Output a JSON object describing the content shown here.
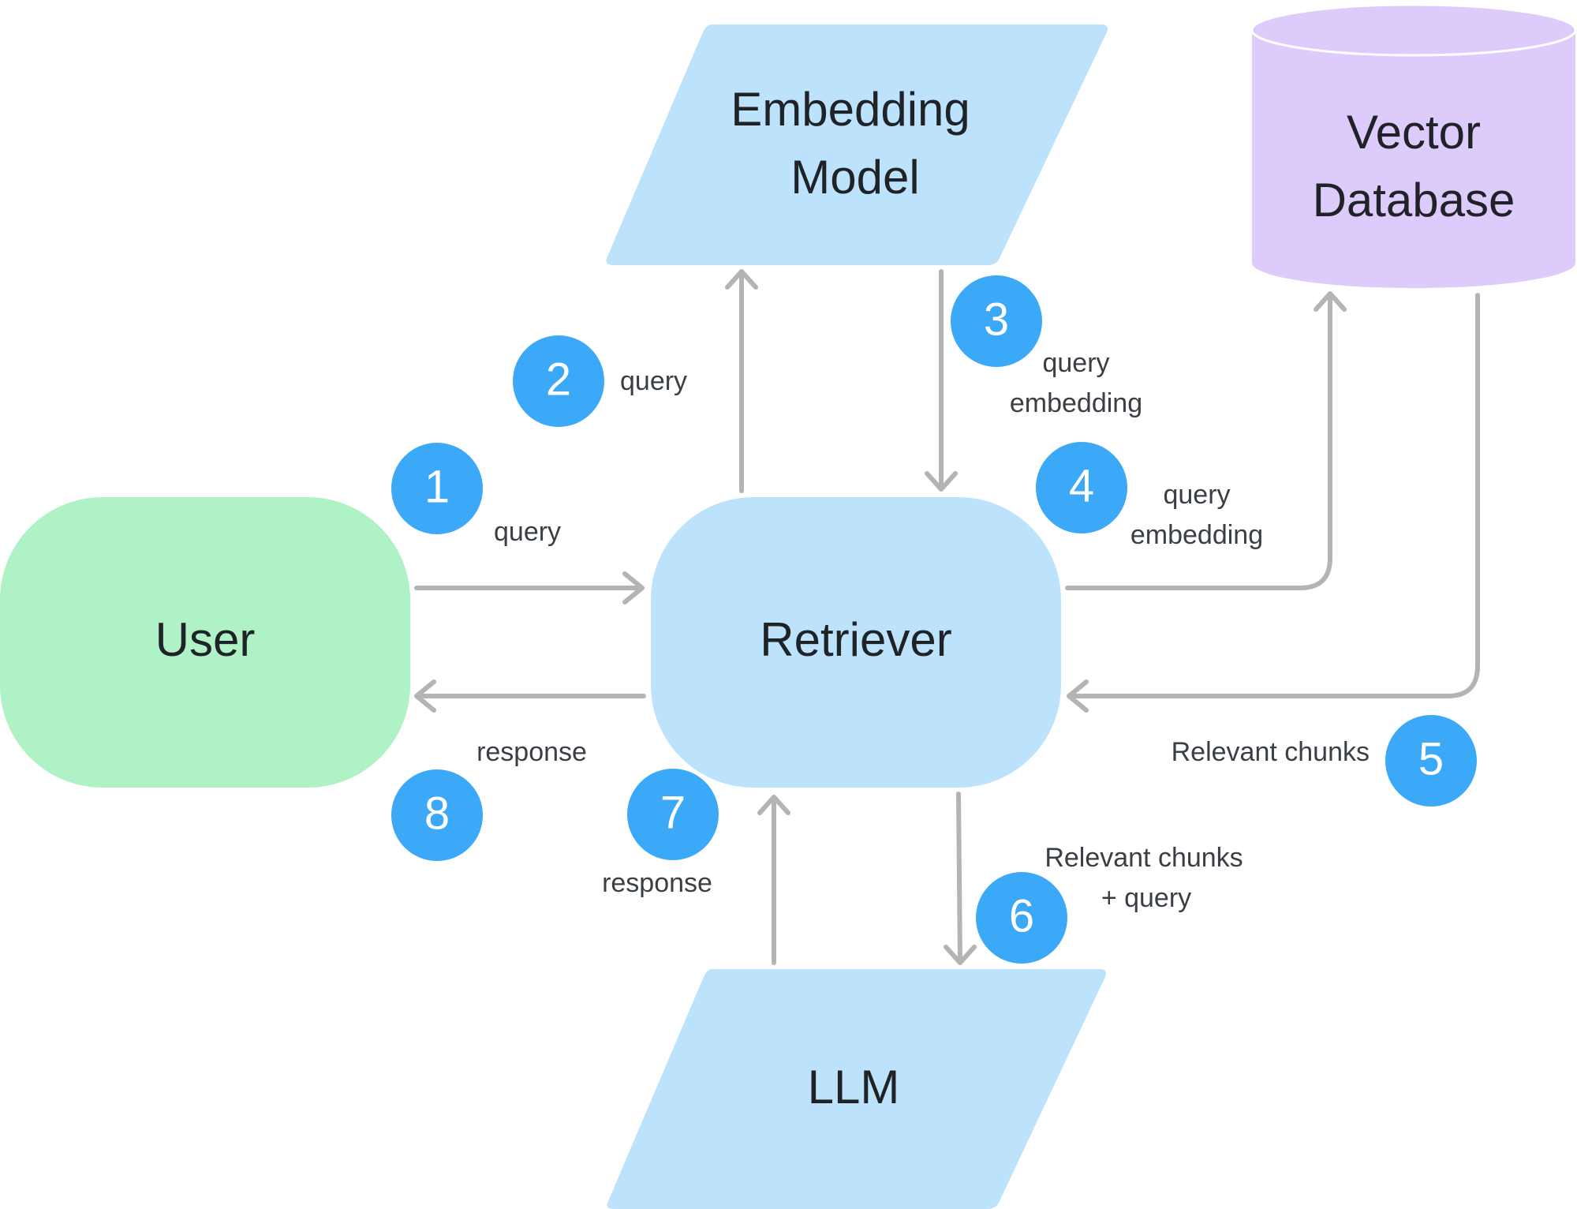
{
  "colors": {
    "user_fill": "#aef2c6",
    "retriever_fill": "#bde3fc",
    "model_fill": "#bde3fc",
    "db_fill": "#dccbfb",
    "step_fill": "#3ca9f8",
    "arrow": "#b4b4b4"
  },
  "nodes": {
    "user": "User",
    "retriever": "Retriever",
    "embedding_model": [
      "Embedding",
      "Model"
    ],
    "vector_database": [
      "Vector",
      "Database"
    ],
    "llm": "LLM"
  },
  "steps": [
    {
      "number": "1",
      "label": [
        "query"
      ]
    },
    {
      "number": "2",
      "label": [
        "query"
      ]
    },
    {
      "number": "3",
      "label": [
        "query",
        "embedding"
      ]
    },
    {
      "number": "4",
      "label": [
        "query",
        "embedding"
      ]
    },
    {
      "number": "5",
      "label": [
        "Relevant chunks"
      ]
    },
    {
      "number": "6",
      "label": [
        "Relevant chunks",
        "+ query"
      ]
    },
    {
      "number": "7",
      "label": [
        "response"
      ]
    },
    {
      "number": "8",
      "label": [
        "response"
      ]
    }
  ]
}
